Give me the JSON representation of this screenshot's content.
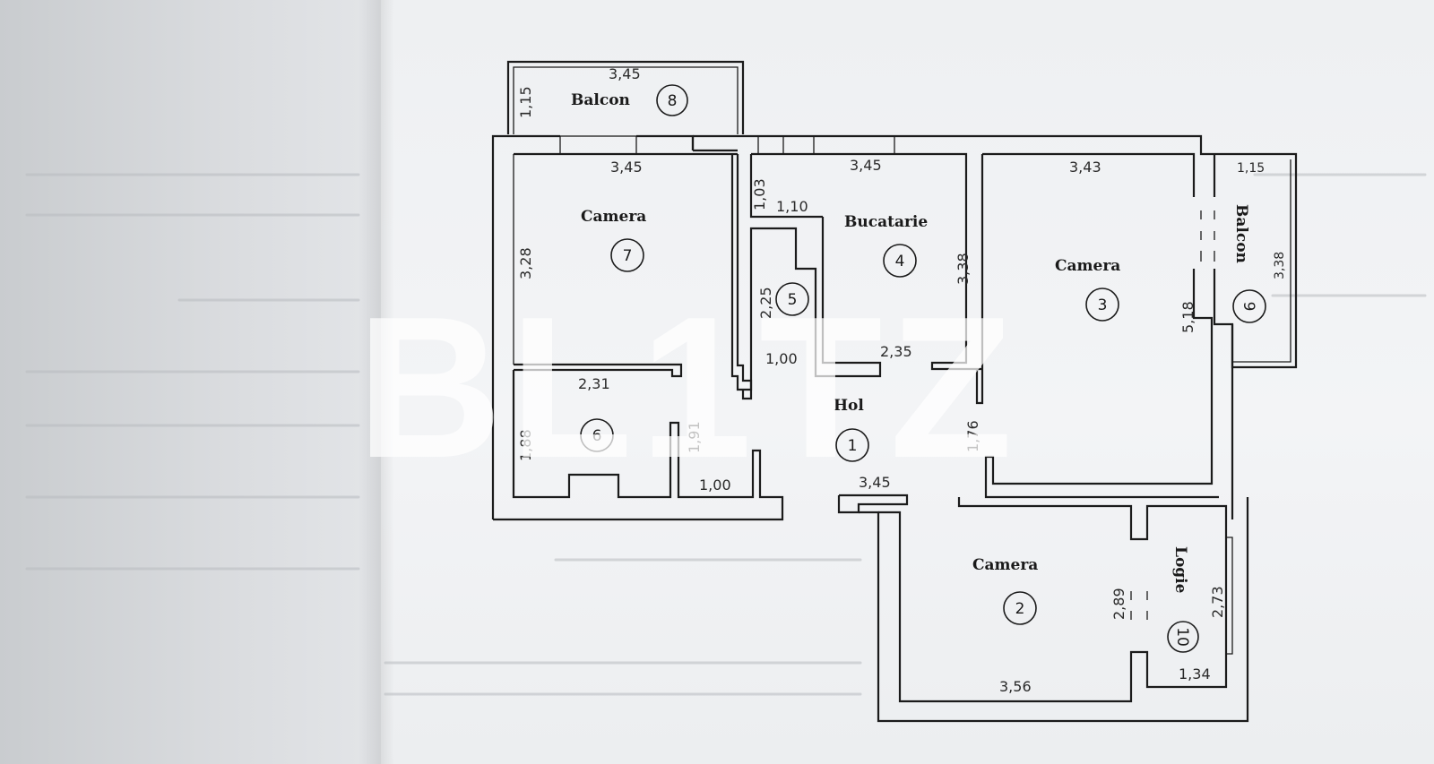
{
  "watermark": "BL1TZ",
  "rooms": {
    "hol": {
      "name": "Hol",
      "number": "1"
    },
    "camera2": {
      "name": "Camera",
      "number": "2"
    },
    "camera3": {
      "name": "Camera",
      "number": "3"
    },
    "bucatarie": {
      "name": "Bucatarie",
      "number": "4"
    },
    "baie5": {
      "number": "5"
    },
    "baie6": {
      "number": "6"
    },
    "camera7": {
      "name": "Camera",
      "number": "7"
    },
    "balcon8": {
      "name": "Balcon",
      "number": "8"
    },
    "balcon9": {
      "name": "Balcon",
      "number": "9"
    },
    "logie10": {
      "name": "Logie",
      "number": "10"
    }
  },
  "dimensions": {
    "balcon8_width": "3,45",
    "balcon8_depth": "1,15",
    "camera7_width": "3,45",
    "camera7_depth": "3,28",
    "bucatarie_width": "3,45",
    "bucatarie_depth": "3,38",
    "bucatarie_niche_h": "1,03",
    "bucatarie_niche_w": "1,10",
    "camera3_width": "3,43",
    "camera3_depth": "5,18",
    "balcon9_width": "1,15",
    "balcon9_depth": "3,38",
    "baie5_depth": "2,25",
    "hol_corridor": "1,00",
    "hol_width": "2,35",
    "baie6_width": "2,31",
    "baie6_depth": "1,88",
    "closet_depth": "1,91",
    "closet_width": "1,00",
    "hol_depth": "1,76",
    "hol_bottom": "3,45",
    "camera2_depth": "2,89",
    "camera2_width": "3,56",
    "logie_depth": "2,73",
    "logie_width": "1,34"
  }
}
